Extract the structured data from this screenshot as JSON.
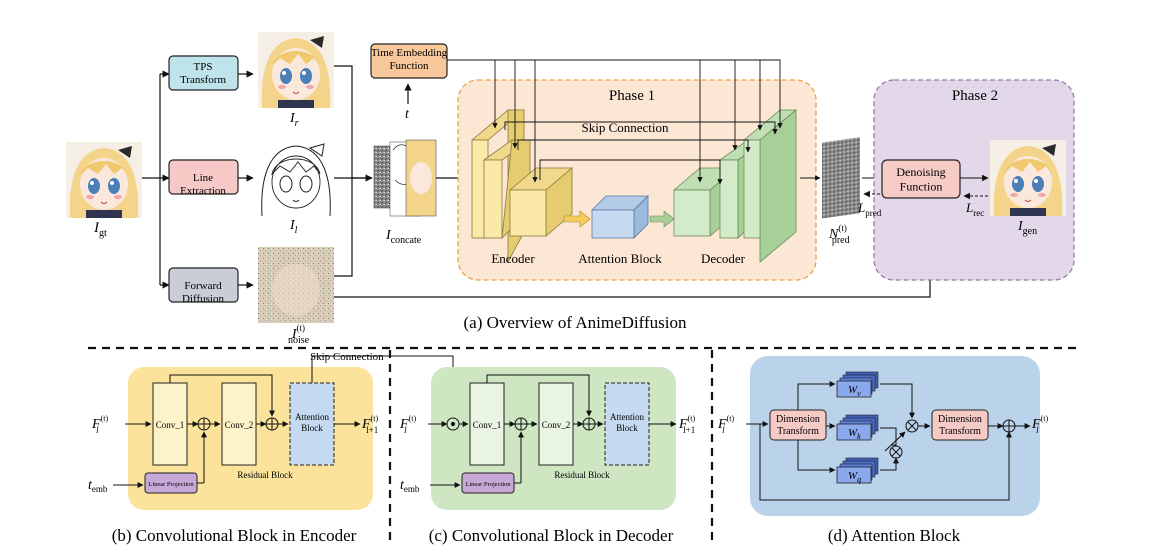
{
  "overview": {
    "tps_transform": "TPS Transform",
    "line_extraction": "Line Extraction",
    "forward_diffusion": "Forward Diffusion",
    "time_embedding": "Time Embedding Function",
    "t": "t",
    "I_gt": "I",
    "I_gt_sub": "gt",
    "I_r": "I",
    "I_r_sub": "r",
    "I_l": "I",
    "I_l_sub": "l",
    "I_noise": "I",
    "I_noise_sub": "noise",
    "I_noise_sup": "(t)",
    "I_concate": "I",
    "I_concate_sub": "concate",
    "phase1": "Phase 1",
    "phase2": "Phase 2",
    "skip_connection": "Skip Connection",
    "encoder": "Encoder",
    "attention_block": "Attention Block",
    "decoder": "Decoder",
    "N_pred": "N",
    "N_pred_sub": "pred",
    "N_pred_sup": "(t)",
    "denoising_function": "Denoising Function",
    "L_pred": "L",
    "L_pred_sub": "pred",
    "L_rec": "L",
    "L_rec_sub": "rec",
    "I_gen": "I",
    "I_gen_sub": "gen",
    "caption": "(a) Overview of AnimeDiffusion"
  },
  "encoder_block": {
    "skip_connection": "Skip Connection",
    "conv1": "Conv_1",
    "conv2": "Conv_2",
    "attention": "Attention Block",
    "linear_projection": "Linear Projection",
    "residual_block": "Residual Block",
    "F_in": "F",
    "F_in_sub": "l",
    "F_in_sup": "(t)",
    "F_out": "F",
    "F_out_sub": "l+1",
    "F_out_sup": "(t)",
    "t_emb": "t",
    "t_emb_sub": "emb",
    "caption": "(b)  Convolutional Block in Encoder"
  },
  "decoder_block": {
    "conv1": "Conv_1",
    "conv2": "Conv_2",
    "attention": "Attention Block",
    "linear_projection": "Linear Projection",
    "residual_block": "Residual Block",
    "F_in": "F",
    "F_in_sub": "l",
    "F_in_sup": "(t)",
    "F_out": "F",
    "F_out_sub": "l+1",
    "F_out_sup": "(t)",
    "t_emb": "t",
    "t_emb_sub": "emb",
    "caption": "(c) Convolutional Block in Decoder"
  },
  "attention_detail": {
    "dimension_transform_in": "Dimension Transform",
    "dimension_transform_out": "Dimension Transform",
    "Wv": "W",
    "Wv_sub": "v",
    "Wk": "W",
    "Wk_sub": "k",
    "Wq": "W",
    "Wq_sub": "q",
    "F_in": "F",
    "F_in_sub": "l",
    "F_in_sup": "(t)",
    "F_out": "F",
    "F_out_sub": "l",
    "F_out_sup": "(t)",
    "caption": "(d) Attention Block"
  },
  "colors": {
    "tps": "#bfe3ea",
    "line": "#f6c9c6",
    "forward": "#c8cdd8",
    "time_embed": "#f8c89a",
    "phase1_bg": "#fce6d4",
    "phase1_border": "#e8a24a",
    "phase2_bg": "#e3d8e9",
    "phase2_border": "#9b7aa8",
    "encoder": "#fbe9a8",
    "attention": "#c5daf0",
    "decoder": "#d4ebc9",
    "denoise": "#f6cbc6",
    "enc_panel": "#fbe39b",
    "dec_panel": "#cfe6c3",
    "att_panel": "#bad2ea",
    "linear_proj": "#c7a8d6",
    "w_box": "#5d7fd9"
  }
}
